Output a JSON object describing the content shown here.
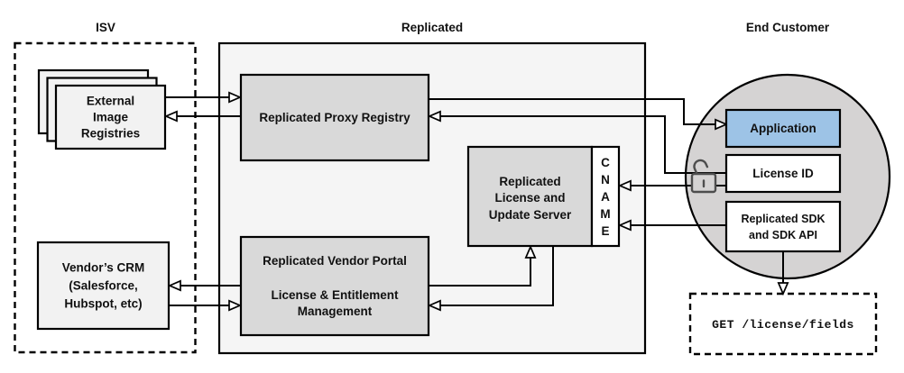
{
  "sections": {
    "isv": "ISV",
    "replicated": "Replicated",
    "end_customer": "End Customer"
  },
  "nodes": {
    "external_image_registries": {
      "lines": [
        "External",
        "Image",
        "Registries"
      ]
    },
    "vendors_crm": {
      "lines": [
        "Vendor’s CRM",
        "(Salesforce,",
        "Hubspot, etc)"
      ]
    },
    "proxy_registry": {
      "label": "Replicated Proxy Registry"
    },
    "vendor_portal": {
      "lines": [
        "Replicated Vendor Portal",
        "License & Entitlement",
        "Management"
      ]
    },
    "license_update_server": {
      "lines": [
        "Replicated",
        "License and",
        "Update Server"
      ]
    },
    "cname": {
      "letters": [
        "C",
        "N",
        "A",
        "M",
        "E"
      ]
    },
    "application": {
      "label": "Application"
    },
    "license_id": {
      "label": "License ID"
    },
    "replicated_sdk": {
      "lines": [
        "Replicated SDK",
        "and SDK API"
      ]
    },
    "get_license_fields": {
      "label": "GET /license/fields"
    }
  },
  "colors": {
    "line": "#000000",
    "container_fill": "#f5f5f5",
    "light_node_fill": "#f2f2f2",
    "gray_node_fill": "#d9d9d9",
    "circle_fill": "#d5d3d3",
    "white_node_fill": "#ffffff",
    "application_fill": "#9dc3e6",
    "application_border": "#2e75b6",
    "application_text": "#2a69ac",
    "lock_stroke": "#4d4d4d"
  }
}
